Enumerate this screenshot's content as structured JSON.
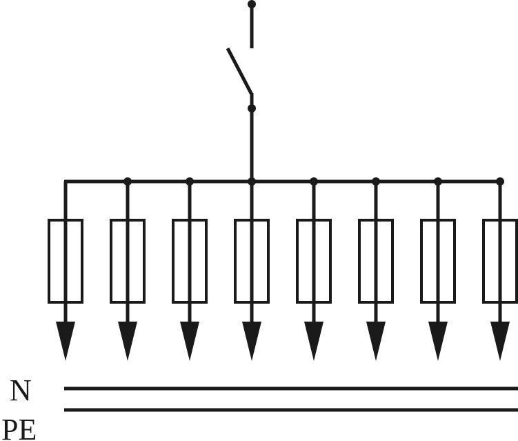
{
  "labels": {
    "neutral": "N",
    "protective_earth": "PE"
  },
  "circuit": {
    "outgoing_feeders": 8,
    "feeders_with_junction_dot": 7,
    "protection": "fuse",
    "incoming_switch": "disconnector"
  },
  "colors": {
    "line": "#1a1a1a",
    "background": "#ffffff"
  }
}
